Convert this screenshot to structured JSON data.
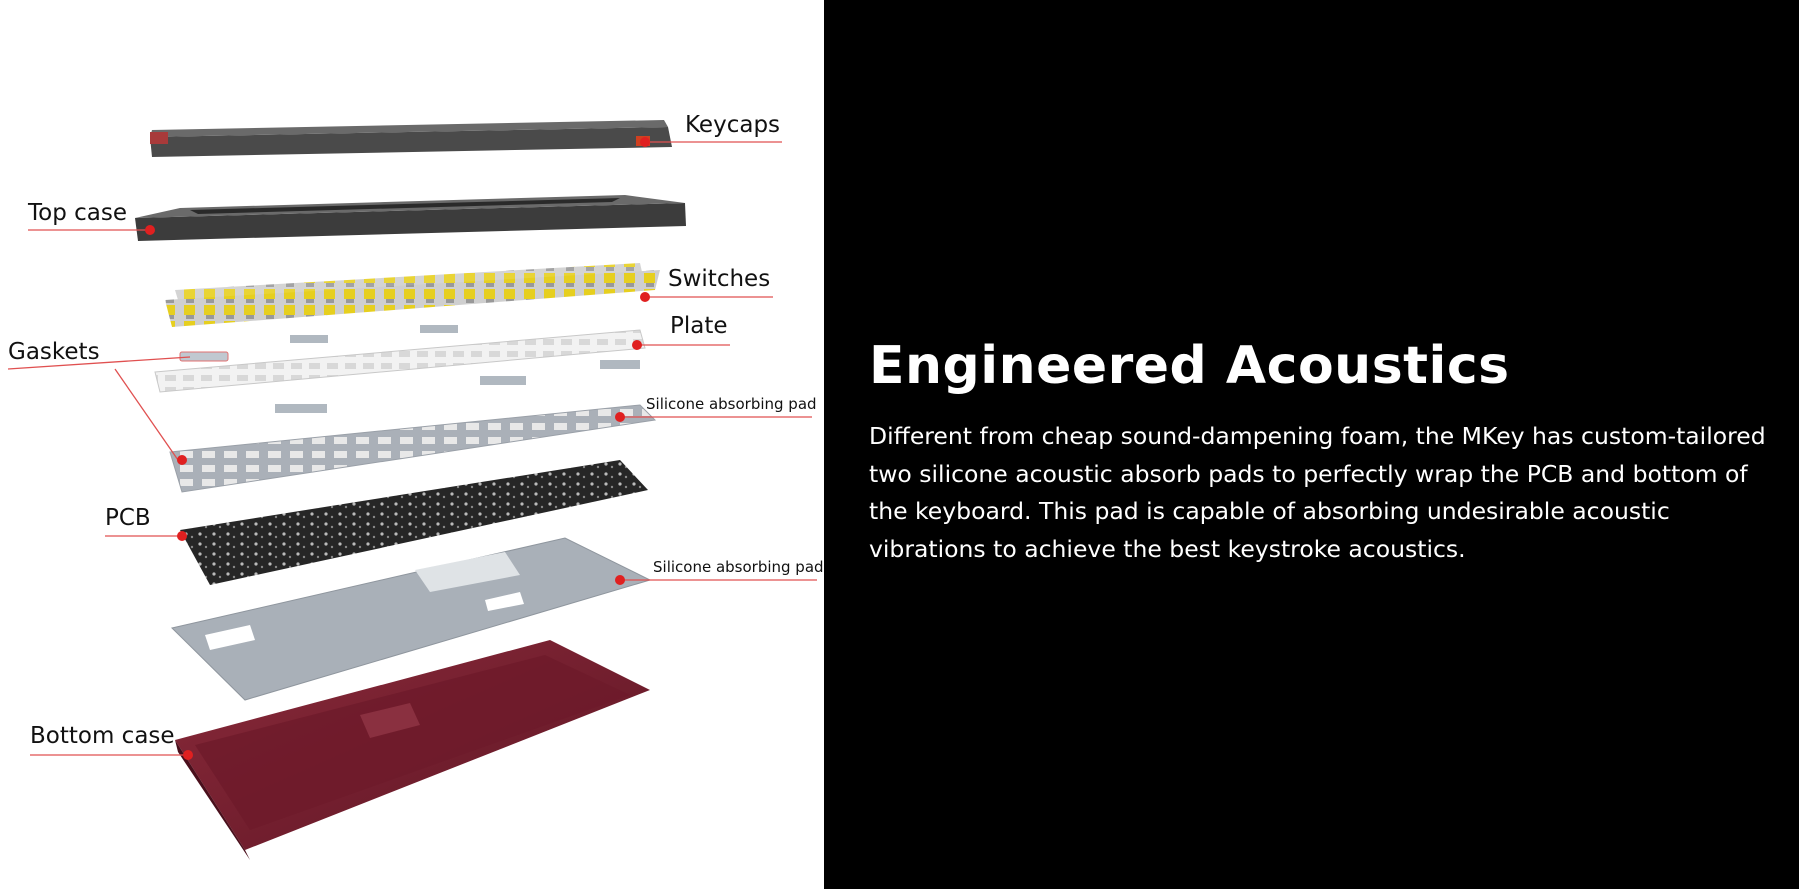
{
  "diagram": {
    "labels": {
      "keycaps": "Keycaps",
      "top_case": "Top case",
      "switches": "Switches",
      "plate": "Plate",
      "gaskets": "Gaskets",
      "silicone_pad_1": "Silicone absorbing pad",
      "pcb": "PCB",
      "silicone_pad_2": "Silicone absorbing pad",
      "bottom_case": "Bottom case"
    },
    "colors": {
      "leader_line": "#e05050",
      "marker_dot": "#e02020",
      "bottom_case": "#7a1f2f",
      "keycaps": "#555555",
      "switch_yellow": "#e6cf1f"
    }
  },
  "content": {
    "title": "Engineered Acoustics",
    "description": "Different from cheap sound-dampening foam, the MKey has custom-tailored two silicone acoustic absorb pads to perfectly wrap the PCB and bottom of the keyboard. This pad is capable of absorbing undesirable acoustic vibrations to achieve the best keystroke acoustics."
  }
}
